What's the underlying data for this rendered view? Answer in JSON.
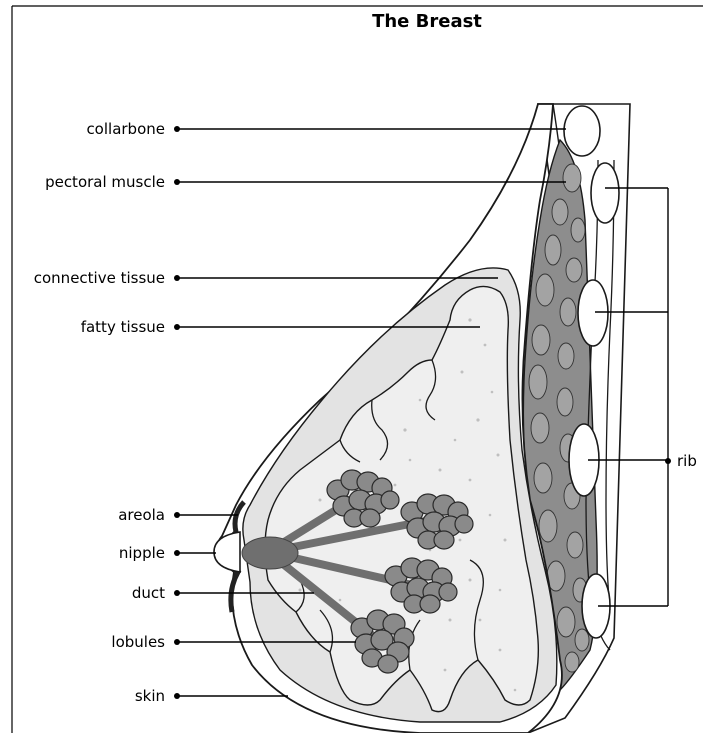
{
  "title": "The Breast",
  "labels": {
    "collarbone": "collarbone",
    "pectoral_muscle": "pectoral muscle",
    "connective_tissue": "connective tissue",
    "fatty_tissue": "fatty tissue",
    "areola": "areola",
    "nipple": "nipple",
    "duct": "duct",
    "lobules": "lobules",
    "skin": "skin",
    "rib": "rib"
  },
  "colors": {
    "outline": "#1a1a1a",
    "skin_fill": "#ffffff",
    "connective_fill": "#e3e3e3",
    "fatty_fill": "#efefef",
    "muscle_fill": "#8d8d8d",
    "duct_fill": "#6f6f6f",
    "lobule_fill": "#8a8a8a",
    "areola_fill": "#222222"
  }
}
